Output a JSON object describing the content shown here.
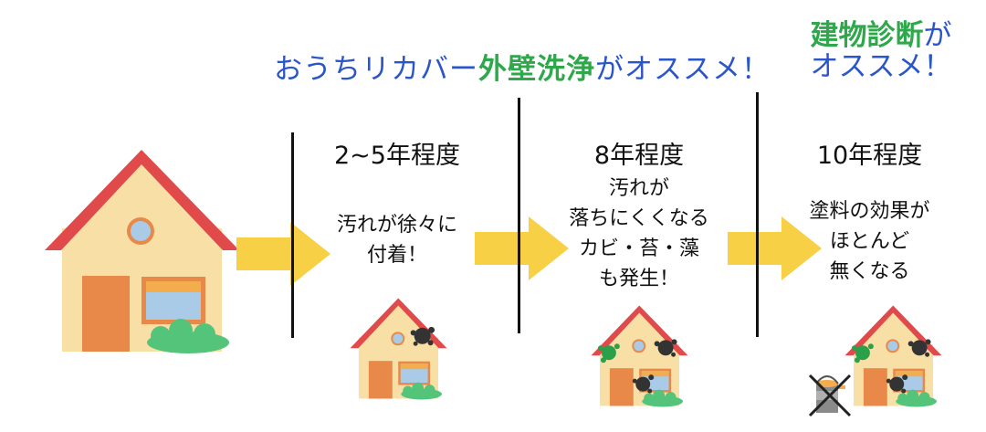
{
  "headline": {
    "prefix": "おうちリカバー",
    "highlight": "外壁洗浄",
    "suffix": "がオススメ！"
  },
  "top_right": {
    "highlight": "建物診断",
    "line1_suffix": "が",
    "line2": "オススメ！"
  },
  "stages": [
    {
      "period": "2~5年程度",
      "lines": [
        "汚れが徐々に",
        "付着！"
      ]
    },
    {
      "period": "8年程度",
      "lines": [
        "汚れが",
        "落ちにくくなる",
        "カビ・苔・藻",
        "も発生！"
      ]
    },
    {
      "period": "10年程度",
      "lines": [
        "塗料の効果が",
        "ほとんど",
        "無くなる"
      ]
    }
  ],
  "colors": {
    "accent_blue": "#2b56c9",
    "accent_green": "#2ea84a",
    "arrow_yellow": "#f7d046",
    "roof_red": "#e04a4a",
    "wall_beige": "#f8dfa6",
    "door_orange": "#e8894a",
    "bush_green": "#55c47b",
    "stain_dark": "#333333",
    "moss_green": "#2aa04a"
  },
  "icons": [
    "house-icon",
    "arrow-right-icon",
    "stain-icon",
    "moss-icon",
    "paint-can-crossed-icon"
  ]
}
